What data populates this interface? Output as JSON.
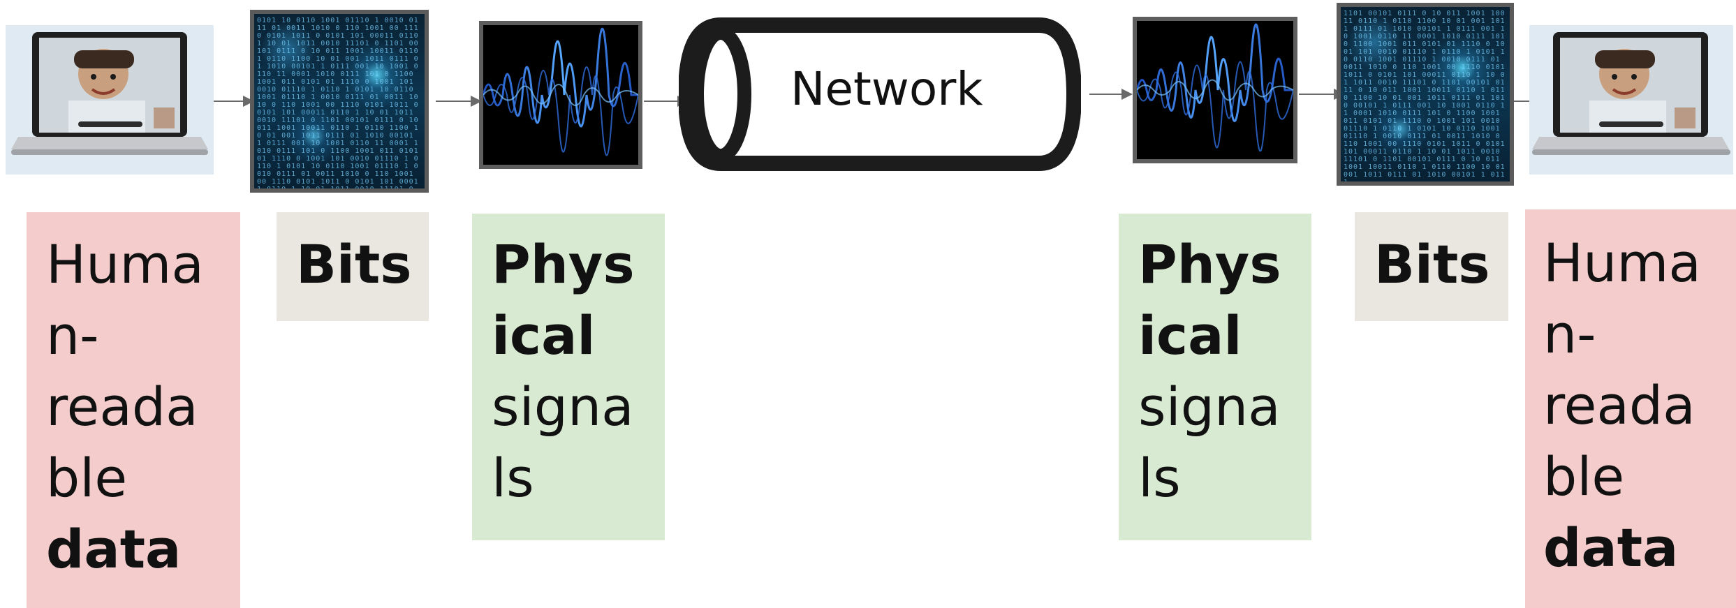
{
  "network_label": "Network",
  "left": {
    "human_box": {
      "line1": "Huma",
      "line2": "n-",
      "line3": "reada",
      "line4": "ble",
      "bold": "data"
    },
    "bits_box": {
      "text": "Bits"
    },
    "signal_box": {
      "bold1": "Phys",
      "bold2": "ical",
      "line3": "signa",
      "line4": "ls"
    }
  },
  "right": {
    "human_box": {
      "line1": "Huma",
      "line2": "n-",
      "line3": "reada",
      "line4": "ble",
      "bold": "data"
    },
    "bits_box": {
      "text": "Bits"
    },
    "signal_box": {
      "bold1": "Phys",
      "bold2": "ical",
      "line3": "signa",
      "line4": "ls"
    }
  },
  "colors": {
    "human_bg": "#f4cccc",
    "signal_bg": "#d9ead3",
    "bits_bg": "#eae7e1",
    "binary_glow": "#5ad8ff",
    "wave_blue": "#2a7bff"
  },
  "icons": [
    "laptop-video-call-image",
    "binary-code-image",
    "signal-waveform-image",
    "network-pipe",
    "arrow"
  ]
}
